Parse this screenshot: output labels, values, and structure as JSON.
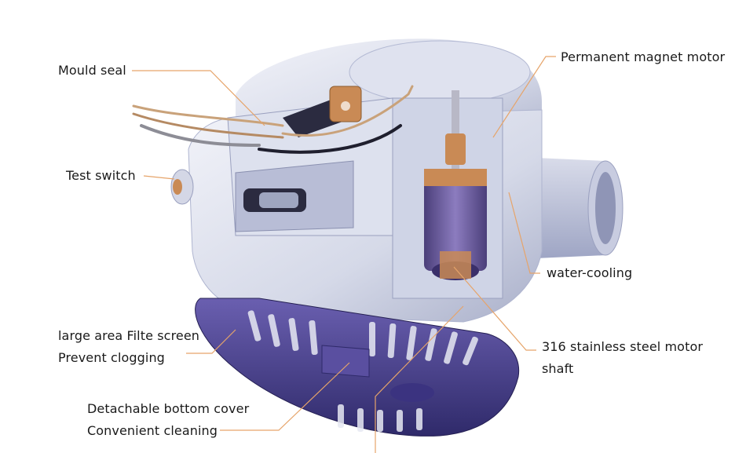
{
  "labels": {
    "mould_seal": "Mould seal",
    "permanent_magnet_motor": "Permanent magnet motor",
    "test_switch": "Test switch",
    "water_cooling": "water-cooling",
    "filter_screen_line1": "large area Filte screen",
    "filter_screen_line2": "Prevent clogging",
    "motor_shaft_line1": "316 stainless steel motor",
    "motor_shaft_line2": "shaft",
    "bottom_cover_line1": "Detachable bottom cover",
    "bottom_cover_line2": "Convenient cleaning"
  },
  "colors": {
    "leader_line": "#e6a46a",
    "housing_light": "#e3e6f1",
    "housing_shade": "#b9bfd6",
    "base_purple": "#4a3f8c",
    "base_purple_dark": "#2e2866",
    "motor_purple": "#6b5b9c",
    "copper": "#c98a55"
  }
}
